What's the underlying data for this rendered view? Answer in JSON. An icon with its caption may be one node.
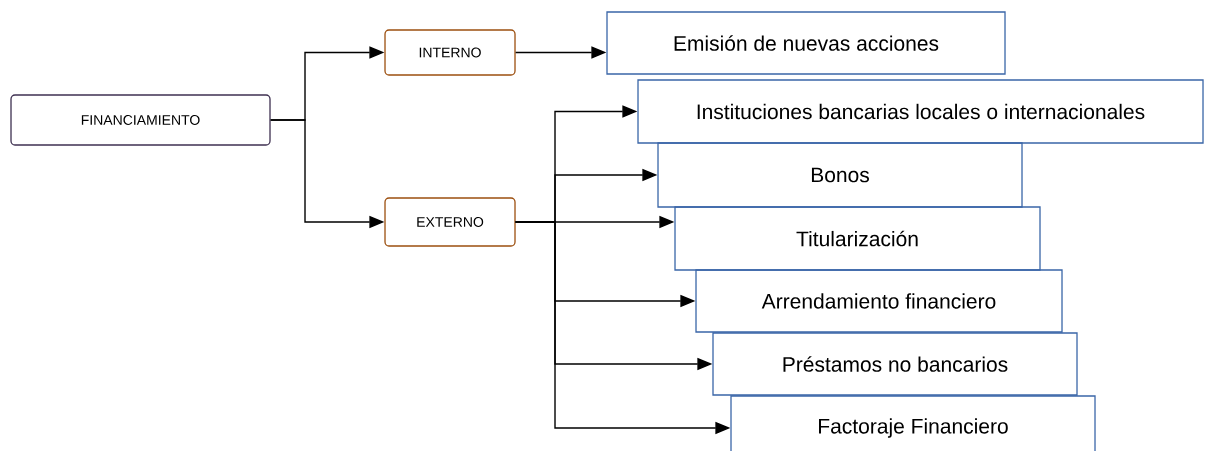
{
  "diagram": {
    "nodes": [
      {
        "text": [
          "FINANCIAMIENTO"
        ]
      },
      {
        "text": [
          "INTERNO"
        ]
      },
      {
        "text": [
          "EXTERNO"
        ]
      },
      {
        "text": [
          "Emisión de nuevas acciones"
        ]
      },
      {
        "text": [
          "Instituciones bancarias locales o internacionales"
        ]
      },
      {
        "text": [
          "Bonos"
        ]
      },
      {
        "text": [
          "Titularización"
        ]
      },
      {
        "text": [
          "Arrendamiento financiero"
        ]
      },
      {
        "text": [
          "Préstamos no bancarios"
        ]
      },
      {
        "text": [
          "Factoraje Financiero"
        ]
      }
    ],
    "edges": [
      {
        "from": 0,
        "to": 1,
        "arrow": "to"
      },
      {
        "from": 0,
        "to": 2,
        "arrow": "to"
      },
      {
        "from": 1,
        "to": 3,
        "arrow": "to"
      },
      {
        "from": 2,
        "to": 4,
        "arrow": "to"
      },
      {
        "from": 2,
        "to": 5,
        "arrow": "to"
      },
      {
        "from": 2,
        "to": 6,
        "arrow": "to"
      },
      {
        "from": 2,
        "to": 7,
        "arrow": "to"
      },
      {
        "from": 2,
        "to": 8,
        "arrow": "to"
      },
      {
        "from": 2,
        "to": 9,
        "arrow": "to"
      }
    ]
  }
}
